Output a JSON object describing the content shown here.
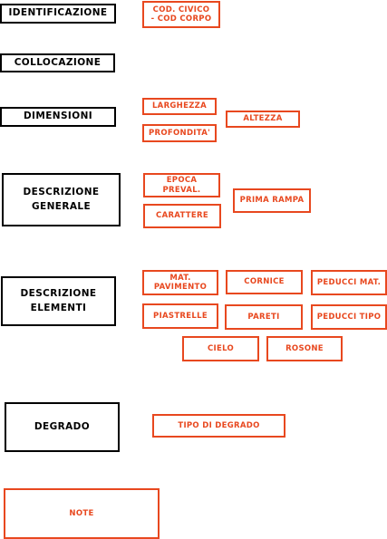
{
  "categories": {
    "identificazione": "IDENTIFICAZIONE",
    "collocazione": "COLLOCAZIONE",
    "dimensioni": "DIMENSIONI",
    "descrizione_generale": "DESCRIZIONE\nGENERALE",
    "descrizione_elementi": "DESCRIZIONE\nELEMENTI",
    "degrado": "DEGRADO"
  },
  "attributes": {
    "cod_civico": "COD. CIVICO\n- COD CORPO",
    "larghezza": "LARGHEZZA",
    "profondita": "PROFONDITA'",
    "altezza": "ALTEZZA",
    "epoca_preval": "EPOCA\nPREVAL.",
    "carattere": "CARATTERE",
    "prima_rampa": "PRIMA RAMPA",
    "mat_pavimento": "MAT.\nPAVIMENTO",
    "cornice": "CORNICE",
    "peducci_mat": "PEDUCCI MAT.",
    "piastrelle": "PIASTRELLE",
    "pareti": "PARETI",
    "peducci_tipo": "PEDUCCI TIPO",
    "cielo": "CIELO",
    "rosone": "ROSONE",
    "tipo_di_degrado": "TIPO DI DEGRADO",
    "note": "NOTE"
  },
  "colors": {
    "category_border": "#000000",
    "attribute_border": "#e8481f",
    "background": "#ffffff"
  }
}
